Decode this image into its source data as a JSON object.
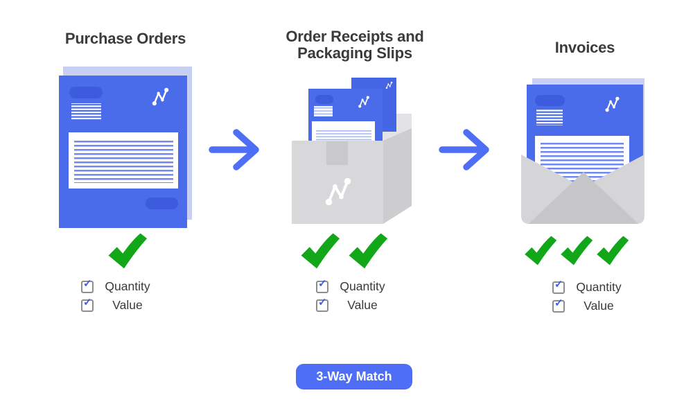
{
  "badge": {
    "label": "3-Way Match"
  },
  "columns": [
    {
      "title": "Purchase Orders",
      "illustration": "purchase-order-document",
      "green_check_count": 1,
      "checklist": [
        {
          "label": "Quantity",
          "checked": true
        },
        {
          "label": "Value",
          "checked": true
        }
      ]
    },
    {
      "title": "Order Receipts and\nPackaging Slips",
      "illustration": "shipping-box-with-receipts",
      "green_check_count": 2,
      "checklist": [
        {
          "label": "Quantity",
          "checked": true
        },
        {
          "label": "Value",
          "checked": true
        }
      ]
    },
    {
      "title": "Invoices",
      "illustration": "envelope-with-invoice",
      "green_check_count": 3,
      "checklist": [
        {
          "label": "Quantity",
          "checked": true
        },
        {
          "label": "Value",
          "checked": true
        }
      ]
    }
  ],
  "icons": {
    "checkbox_glyph": "✓",
    "logo": "molecule-icon",
    "arrow": "arrow-right-icon",
    "big_check": "green-check-icon"
  },
  "colors": {
    "accent_blue": "#4d6ef5",
    "document_blue": "#4a6bea",
    "pill_blue": "#3d5bdd",
    "stripe_blue": "#7189ef",
    "shadow_lavender": "#c9cef3",
    "check_green": "#11a718",
    "checkbox_check_blue": "#3d5cee",
    "box_gray": "#d8d8da",
    "envelope_gray": "#d5d5d7",
    "title_text": "#3b3b3b"
  }
}
